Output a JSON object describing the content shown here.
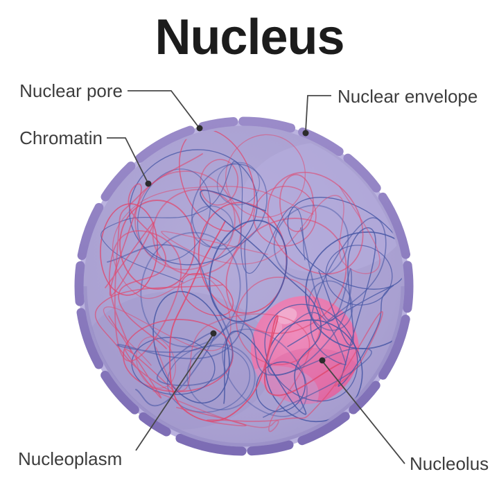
{
  "title": "Nucleus",
  "labels": {
    "nuclear_pore": "Nuclear pore",
    "nuclear_envelope": "Nuclear envelope",
    "chromatin": "Chromatin",
    "nucleoplasm": "Nucleoplasm",
    "nucleolus": "Nucleolus"
  },
  "colors": {
    "envelope_dash_top": "#9a8bc9",
    "envelope_dash_bottom": "#7c6cb4",
    "nucleoplasm_fill": "#a9a0d1",
    "rim_highlight": "#bdb5e0",
    "chromatin_red": "#df486f",
    "chromatin_blue": "#4757a5",
    "nucleolus_pink": "#e678ae",
    "leader_line": "#474747",
    "label_text": "#3d3d3d",
    "title_text": "#1c1c1c",
    "background": "#ffffff"
  }
}
